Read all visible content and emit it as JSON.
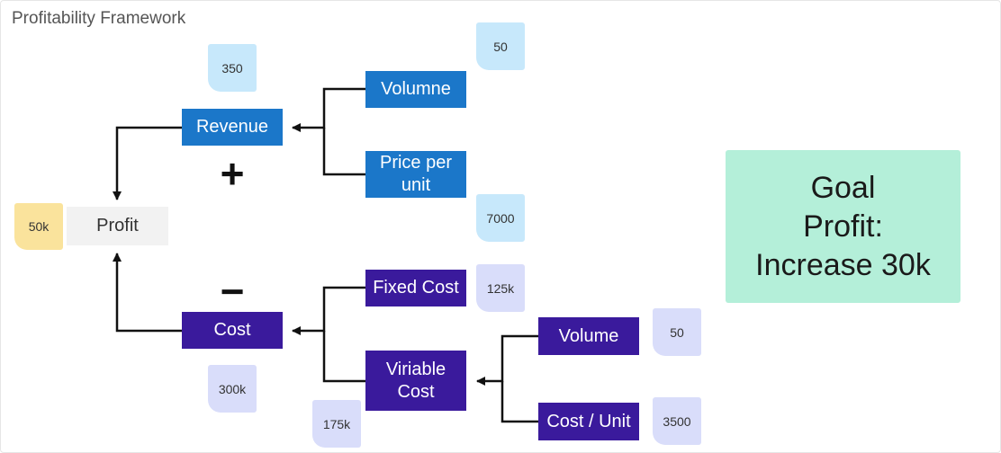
{
  "title": "Profitability Framework",
  "nodes": {
    "profit": "Profit",
    "revenue": "Revenue",
    "cost": "Cost",
    "volume_revenue": "Volumne",
    "price_per_unit": "Price per unit",
    "fixed_cost": "Fixed Cost",
    "variable_cost": "Viriable Cost",
    "volume_cost": "Volume",
    "cost_per_unit": "Cost / Unit"
  },
  "values": {
    "profit": "50k",
    "revenue": "350",
    "volume_revenue": "50",
    "price_per_unit": "7000",
    "cost": "300k",
    "fixed_cost": "125k",
    "variable_cost": "175k",
    "volume_cost": "50",
    "cost_per_unit": "3500"
  },
  "operators": {
    "plus": "+",
    "minus": "−"
  },
  "goal": {
    "line1": "Goal",
    "line2": "Profit:",
    "line3": "Increase 30k"
  },
  "colors": {
    "revenue_branch": "#1b77c9",
    "cost_branch": "#3a1a9c",
    "goal": "#b4efd9",
    "note_blue": "#c7e8fb",
    "note_lavender": "#d9ddfa",
    "note_yellow": "#fae39c"
  }
}
